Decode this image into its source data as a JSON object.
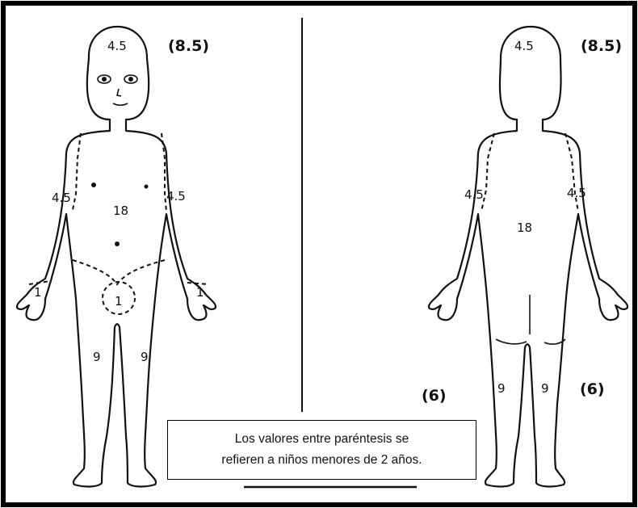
{
  "front": {
    "head": "4.5",
    "head_child": "(8.5)",
    "arm_left": "4.5",
    "arm_right": "4.5",
    "trunk": "18",
    "hand_left": "1",
    "hand_right": "1",
    "genitals": "1",
    "leg_left": "9",
    "leg_right": "9"
  },
  "back": {
    "head": "4.5",
    "head_child": "(8.5)",
    "arm_left": "4.5",
    "arm_right": "4.5",
    "trunk": "18",
    "leg_left": "9",
    "leg_right": "9",
    "leg_child_left": "(6)",
    "leg_child_right": "(6)"
  },
  "note": {
    "line1": "Los valores entre paréntesis se",
    "line2": "refieren a niños  menores de 2 años."
  }
}
